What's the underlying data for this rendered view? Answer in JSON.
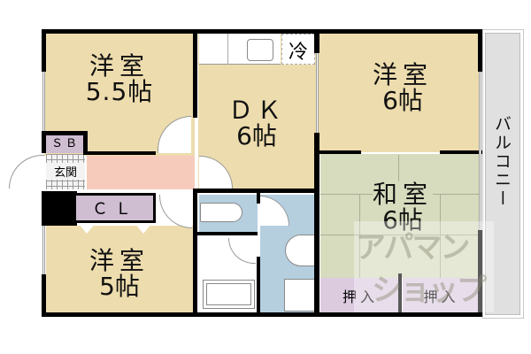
{
  "floorplan": {
    "rooms": {
      "western_5_5": {
        "name": "洋室",
        "size": "5.5帖"
      },
      "dk": {
        "name": "ＤＫ",
        "size": "6帖"
      },
      "western_6": {
        "name": "洋室",
        "size": "6帖"
      },
      "japanese_6": {
        "name": "和室",
        "size": "6帖"
      },
      "western_5": {
        "name": "洋室",
        "size": "5帖"
      }
    },
    "labels": {
      "shoe_box": "ＳＢ",
      "entrance": "玄関",
      "closet": "ＣＬ",
      "refrigerator": "冷",
      "oshiire_left": "押入",
      "oshiire_right": "押入",
      "balcony": "バルコニー"
    },
    "watermark": {
      "line1": "アパマン",
      "line2": "ショップ"
    },
    "colors": {
      "western_room": "#eddcad",
      "japanese_room": "#d6dcbd",
      "corridor": "#f6cbbb",
      "storage": "#cfbdd2",
      "wet_area": "#b5cfdf",
      "balcony": "#e0e0e0",
      "wall": "#000000"
    }
  }
}
